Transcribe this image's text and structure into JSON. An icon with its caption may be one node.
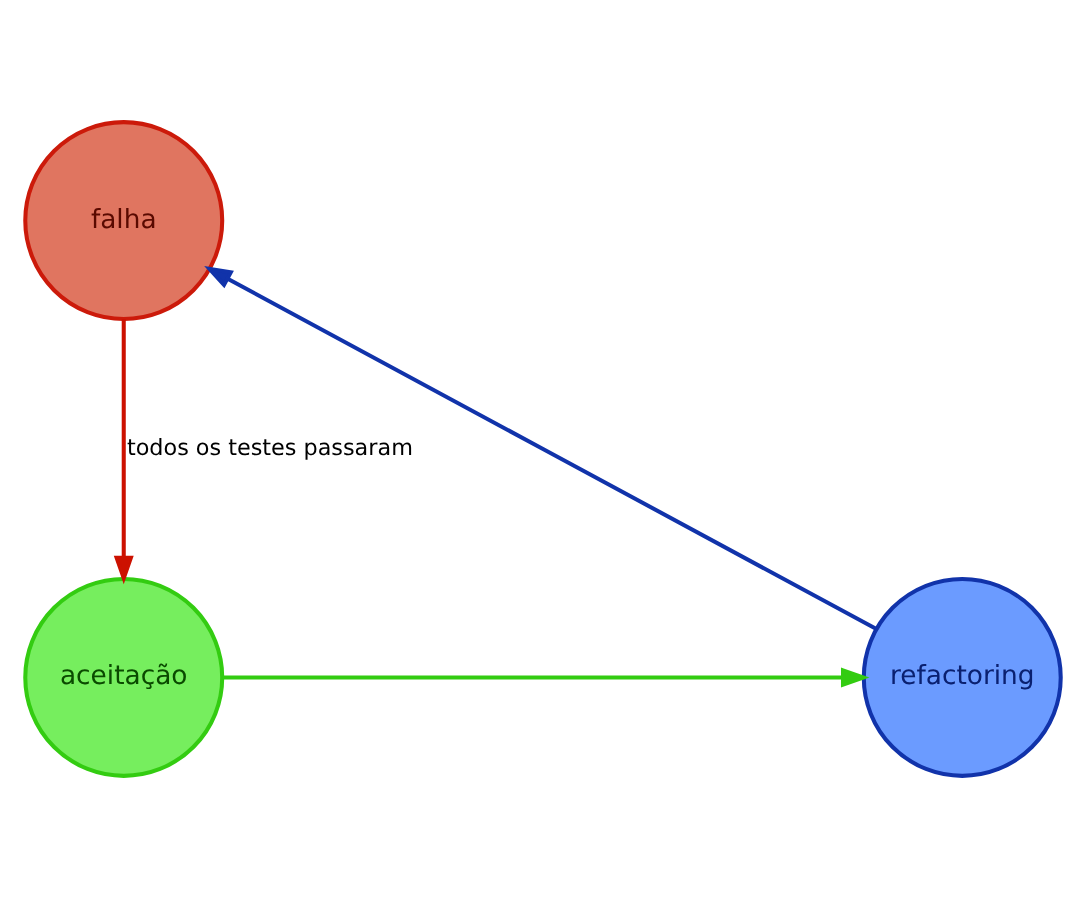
{
  "diagram": {
    "nodes": [
      {
        "text": [
          "falha"
        ]
      },
      {
        "text": [
          "aceitação"
        ]
      },
      {
        "text": [
          "refactoring"
        ]
      }
    ],
    "edges": [
      {
        "from": 0,
        "to": 1,
        "arrow": "to",
        "label": "todos os testes passaram",
        "color": "#cc1100"
      },
      {
        "from": 1,
        "to": 2,
        "arrow": "to",
        "color": "#33cc11"
      },
      {
        "from": 2,
        "to": 0,
        "arrow": "to",
        "color": "#1133aa"
      }
    ]
  }
}
